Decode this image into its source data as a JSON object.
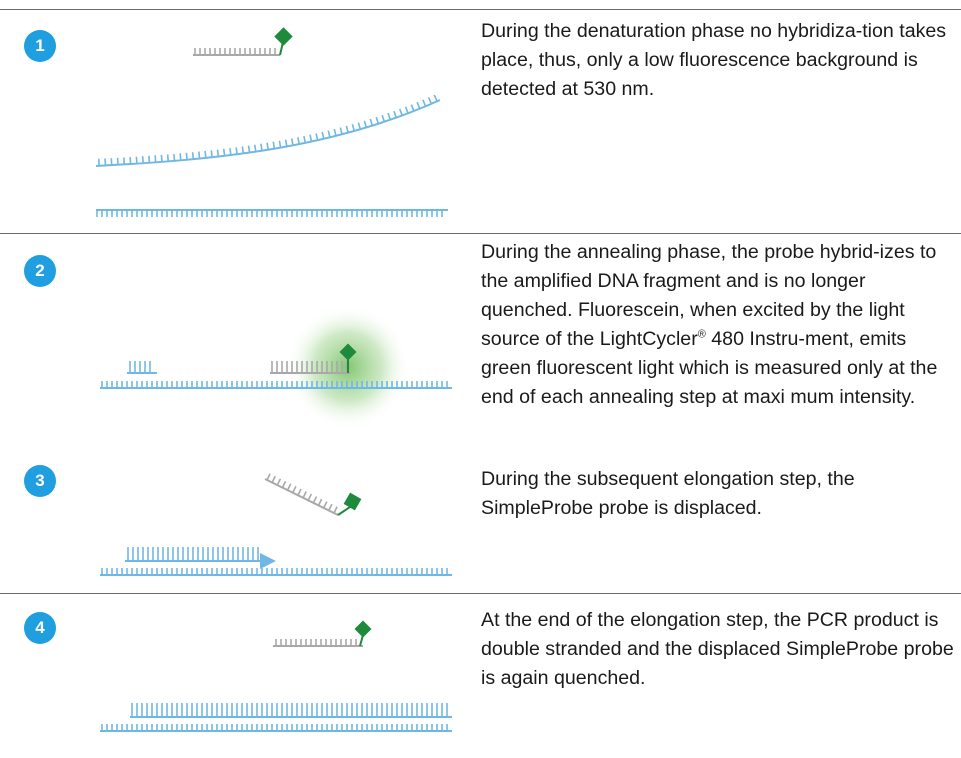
{
  "steps": [
    {
      "number": "1",
      "description": "During the denaturation phase no hybridiza-tion takes place, thus, only a low fluorescence background is detected at 530 nm."
    },
    {
      "number": "2",
      "description_before_mark": "During the annealing phase, the probe hybrid-izes to the amplified DNA fragment and is no longer quenched. Fluorescein, when excited by the light source of the LightCycler",
      "registered_mark": "®",
      "description_after_mark": " 480 Instru-ment, emits green fluorescent light which is measured only at the end of each annealing step at maxi mum intensity."
    },
    {
      "number": "3",
      "description": "During the subsequent elongation step, the SimpleProbe probe is displaced."
    },
    {
      "number": "4",
      "description": "At the end of the elongation step, the PCR product is double stranded and the displaced SimpleProbe probe is again quenched."
    }
  ],
  "colors": {
    "badge": "#1f9ee0",
    "dna_strand": "#6fb7e4",
    "probe": "#a8a8a8",
    "fluorophore": "#1e8a3c",
    "glow": "#7cc36a",
    "rule": "#6b6b6b"
  }
}
